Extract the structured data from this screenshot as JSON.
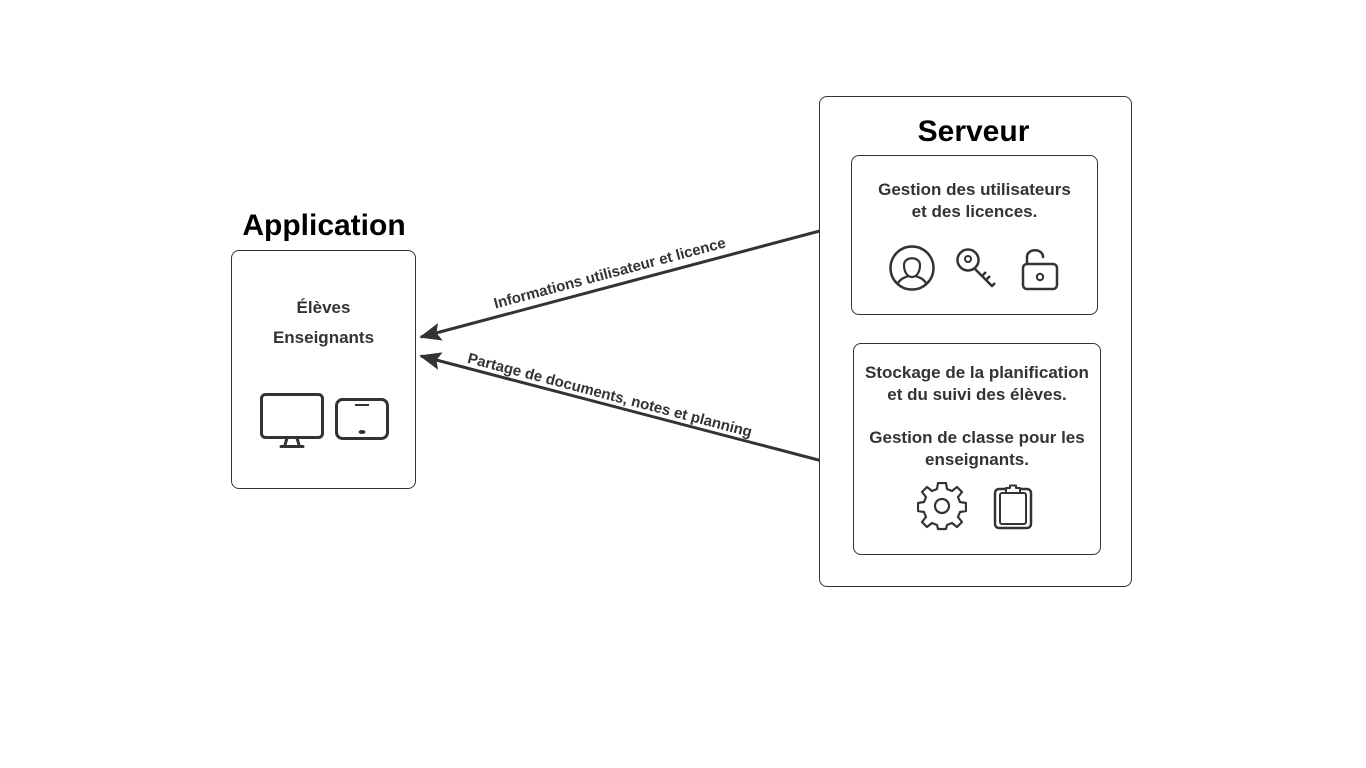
{
  "application": {
    "title": "Application",
    "line1": "Élèves",
    "line2": "Enseignants",
    "icons": [
      "monitor-icon",
      "tablet-icon"
    ]
  },
  "server": {
    "title": "Serveur",
    "box1": {
      "line1": "Gestion des utilisateurs",
      "line2": "et des licences.",
      "icons": [
        "user-icon",
        "key-icon",
        "unlock-icon"
      ]
    },
    "box2": {
      "line1": "Stockage de la planification",
      "line2": "et du suivi des élèves.",
      "line3": "Gestion de classe pour les",
      "line4": "enseignants.",
      "icons": [
        "gear-icon",
        "clipboard-icon"
      ]
    }
  },
  "edges": {
    "top": "Informations utilisateur et licence",
    "bottom": "Partage de documents, notes et planning"
  },
  "colors": {
    "stroke": "#333333",
    "title": "#000000"
  }
}
